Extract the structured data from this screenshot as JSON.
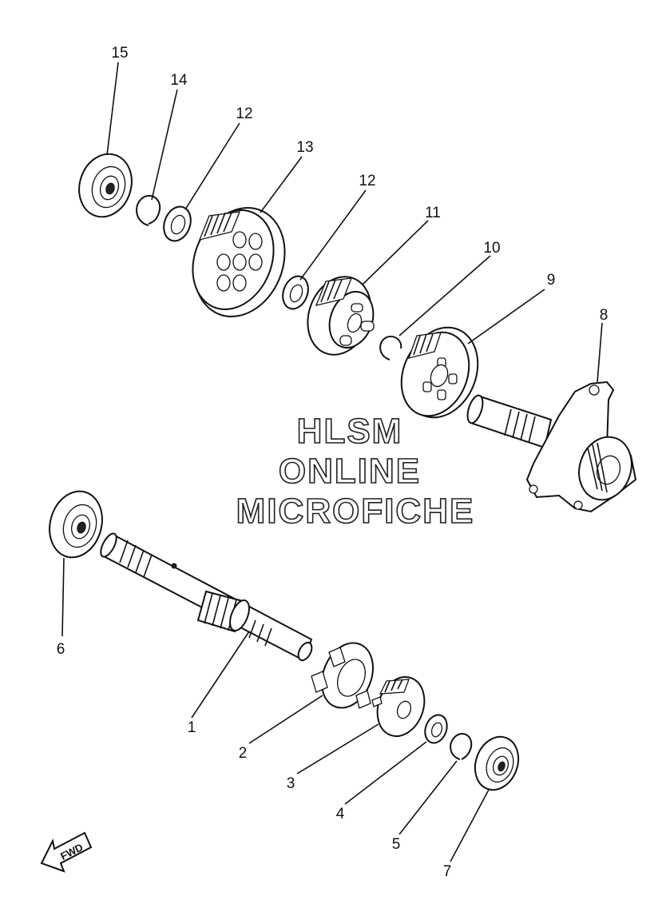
{
  "callouts": [
    {
      "id": "1",
      "label": "1"
    },
    {
      "id": "2",
      "label": "2"
    },
    {
      "id": "3",
      "label": "3"
    },
    {
      "id": "4",
      "label": "4"
    },
    {
      "id": "5",
      "label": "5"
    },
    {
      "id": "6",
      "label": "6"
    },
    {
      "id": "7",
      "label": "7"
    },
    {
      "id": "8",
      "label": "8"
    },
    {
      "id": "9",
      "label": "9"
    },
    {
      "id": "10",
      "label": "10"
    },
    {
      "id": "11",
      "label": "11"
    },
    {
      "id": "12a",
      "label": "12"
    },
    {
      "id": "12b",
      "label": "12"
    },
    {
      "id": "13",
      "label": "13"
    },
    {
      "id": "14",
      "label": "14"
    },
    {
      "id": "15",
      "label": "15"
    }
  ],
  "watermark": {
    "line1": "HLSM",
    "line2": "ONLINE",
    "line3": "MICROFICHE"
  },
  "direction_arrow": {
    "label": "FWD",
    "icon": "fwd-arrow-icon"
  }
}
